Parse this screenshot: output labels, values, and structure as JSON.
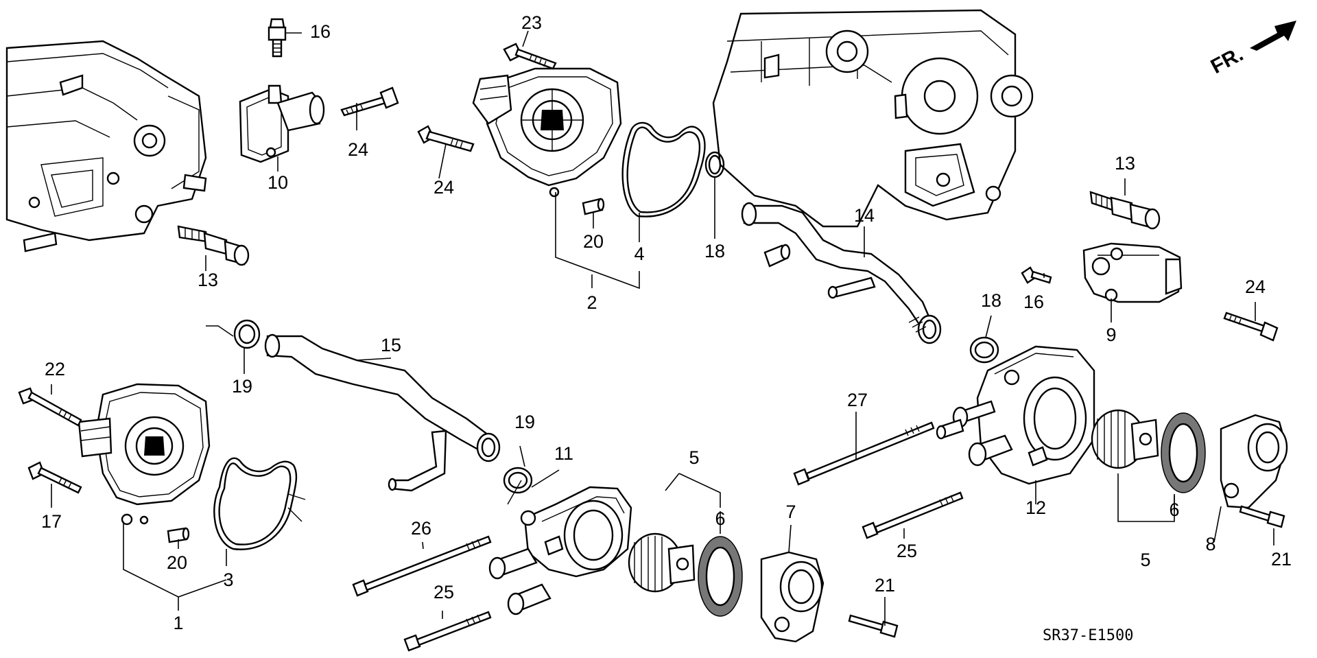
{
  "diagram_code": "SR37-E1500",
  "front_indicator": "FR.",
  "callouts": [
    "16",
    "24",
    "10",
    "13",
    "23",
    "24",
    "20",
    "4",
    "2",
    "18",
    "14",
    "13",
    "16",
    "24",
    "9",
    "18",
    "22",
    "17",
    "20",
    "3",
    "1",
    "15",
    "19",
    "19",
    "11",
    "26",
    "25",
    "5",
    "6",
    "7",
    "21",
    "27",
    "12",
    "25",
    "5",
    "6",
    "8",
    "21"
  ]
}
